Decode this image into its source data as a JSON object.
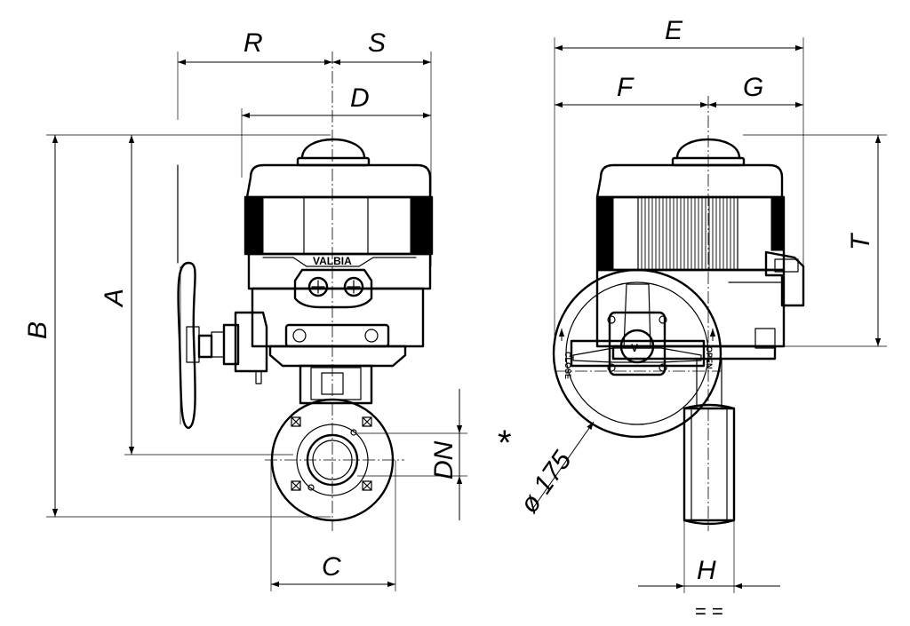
{
  "dimensions": {
    "R": "R",
    "S": "S",
    "D": "D",
    "A": "A",
    "B": "B",
    "C": "C",
    "DN": "DN",
    "E": "E",
    "F": "F",
    "G": "G",
    "T": "T",
    "H": "H",
    "handwheel": "ø 175",
    "asterisk": "*",
    "equal_marks": "= ="
  },
  "labels": {
    "close": "CLOSE",
    "open": "OPEN",
    "brand_logo": "V",
    "side_logo": "VALBIA"
  }
}
